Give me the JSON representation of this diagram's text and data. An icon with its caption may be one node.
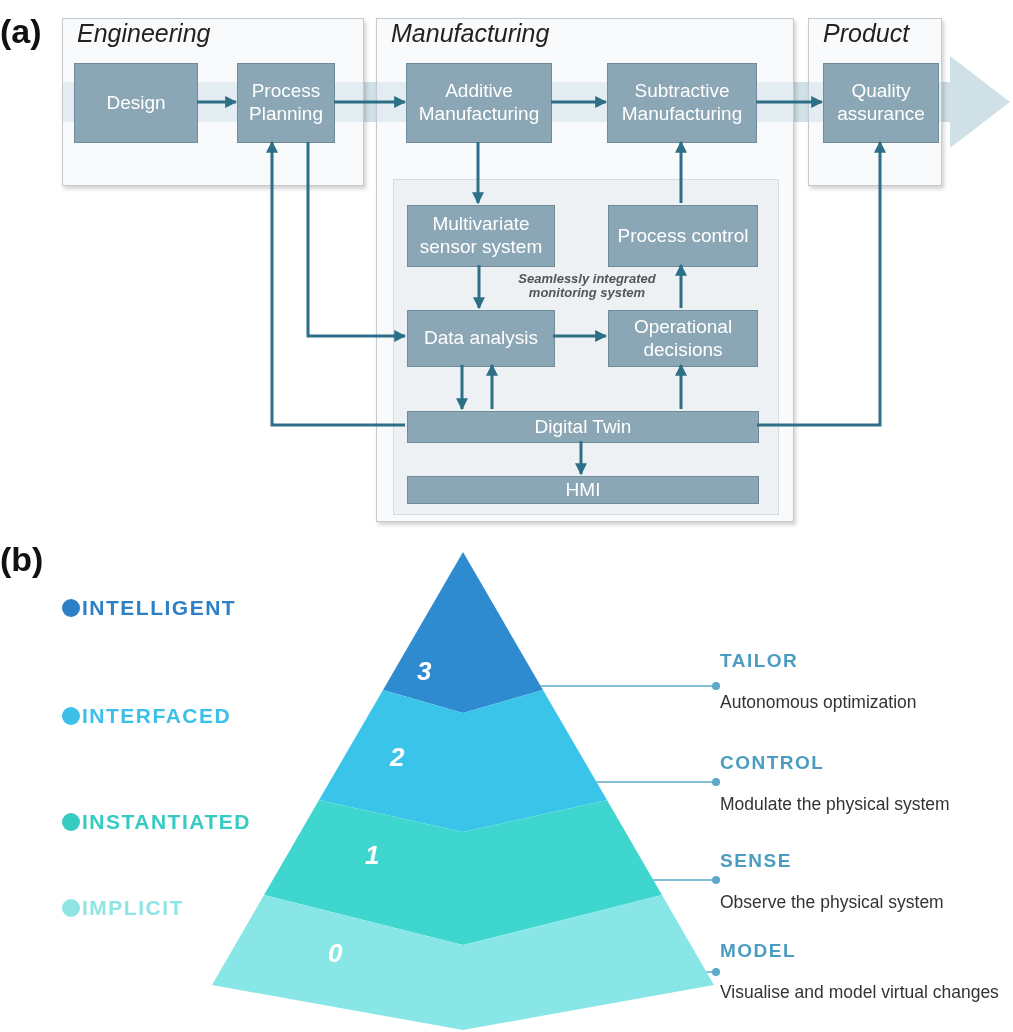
{
  "diagram": {
    "nodes": [
      {
        "text": [
          "Engineering"
        ]
      },
      {
        "text": [
          "Design"
        ],
        "in": 0
      },
      {
        "text": [
          "Process Planning"
        ],
        "in": 0
      },
      {
        "text": [
          "Manufacturing"
        ]
      },
      {
        "text": [
          "Additive Manufacturing"
        ],
        "in": 3
      },
      {
        "text": [
          "Subtractive Manufacturing"
        ],
        "in": 3
      },
      {
        "text": [
          "Seamlessly integrated monitoring system"
        ],
        "in": 3
      },
      {
        "text": [
          "Multivariate sensor system"
        ],
        "in": 6
      },
      {
        "text": [
          "Process control"
        ],
        "in": 6
      },
      {
        "text": [
          "Data analysis"
        ],
        "in": 6
      },
      {
        "text": [
          "Operational decisions"
        ],
        "in": 6
      },
      {
        "text": [
          "Digital Twin"
        ],
        "in": 6
      },
      {
        "text": [
          "HMI"
        ],
        "in": 6
      },
      {
        "text": [
          "Product"
        ]
      },
      {
        "text": [
          "Quality assurance"
        ],
        "in": 13
      },
      {
        "text": [
          "3"
        ]
      },
      {
        "text": [
          "2"
        ]
      },
      {
        "text": [
          "1"
        ]
      },
      {
        "text": [
          "0"
        ]
      },
      {
        "text": [
          "TAILOR",
          "Autonomous optimization"
        ]
      },
      {
        "text": [
          "CONTROL",
          "Modulate the physical system"
        ]
      },
      {
        "text": [
          "SENSE",
          "Observe the physical system"
        ]
      },
      {
        "text": [
          "MODEL",
          "Visualise and model virtual changes"
        ]
      }
    ],
    "edges": [
      {
        "from": 1,
        "to": 2,
        "arrow": "to"
      },
      {
        "from": 2,
        "to": 4,
        "arrow": "to"
      },
      {
        "from": 4,
        "to": 5,
        "arrow": "to"
      },
      {
        "from": 5,
        "to": 14,
        "arrow": "to"
      },
      {
        "from": 4,
        "to": 7,
        "arrow": "to"
      },
      {
        "from": 8,
        "to": 5,
        "arrow": "to"
      },
      {
        "from": 7,
        "to": 9,
        "arrow": "to"
      },
      {
        "from": 9,
        "to": 10,
        "arrow": "to"
      },
      {
        "from": 10,
        "to": 8,
        "arrow": "to"
      },
      {
        "from": 9,
        "to": 11,
        "arrow": "to"
      },
      {
        "from": 11,
        "to": 9,
        "arrow": "to"
      },
      {
        "from": 11,
        "to": 10,
        "arrow": "to"
      },
      {
        "from": 11,
        "to": 12,
        "arrow": "to"
      },
      {
        "from": 2,
        "to": 9,
        "arrow": "to"
      },
      {
        "from": 11,
        "to": 2,
        "arrow": "to"
      },
      {
        "from": 11,
        "to": 14,
        "arrow": "to"
      },
      {
        "from": 15,
        "to": 19,
        "arrow": "other",
        "color": "#5aaac8"
      },
      {
        "from": 16,
        "to": 20,
        "arrow": "other",
        "color": "#5aaac8"
      },
      {
        "from": 17,
        "to": 21,
        "arrow": "other",
        "color": "#5aaac8"
      },
      {
        "from": 18,
        "to": 22,
        "arrow": "other",
        "color": "#5aaac8"
      }
    ],
    "labels": [
      "(a)",
      "(b)"
    ],
    "legend": [
      {
        "text": "INTELLIGENT",
        "color": "#2e80c6"
      },
      {
        "text": "INTERFACED",
        "color": "#3cc0ea"
      },
      {
        "text": "INSTANTIATED",
        "color": "#36cbc2"
      },
      {
        "text": "IMPLICIT",
        "color": "#8fe4e4"
      }
    ]
  }
}
